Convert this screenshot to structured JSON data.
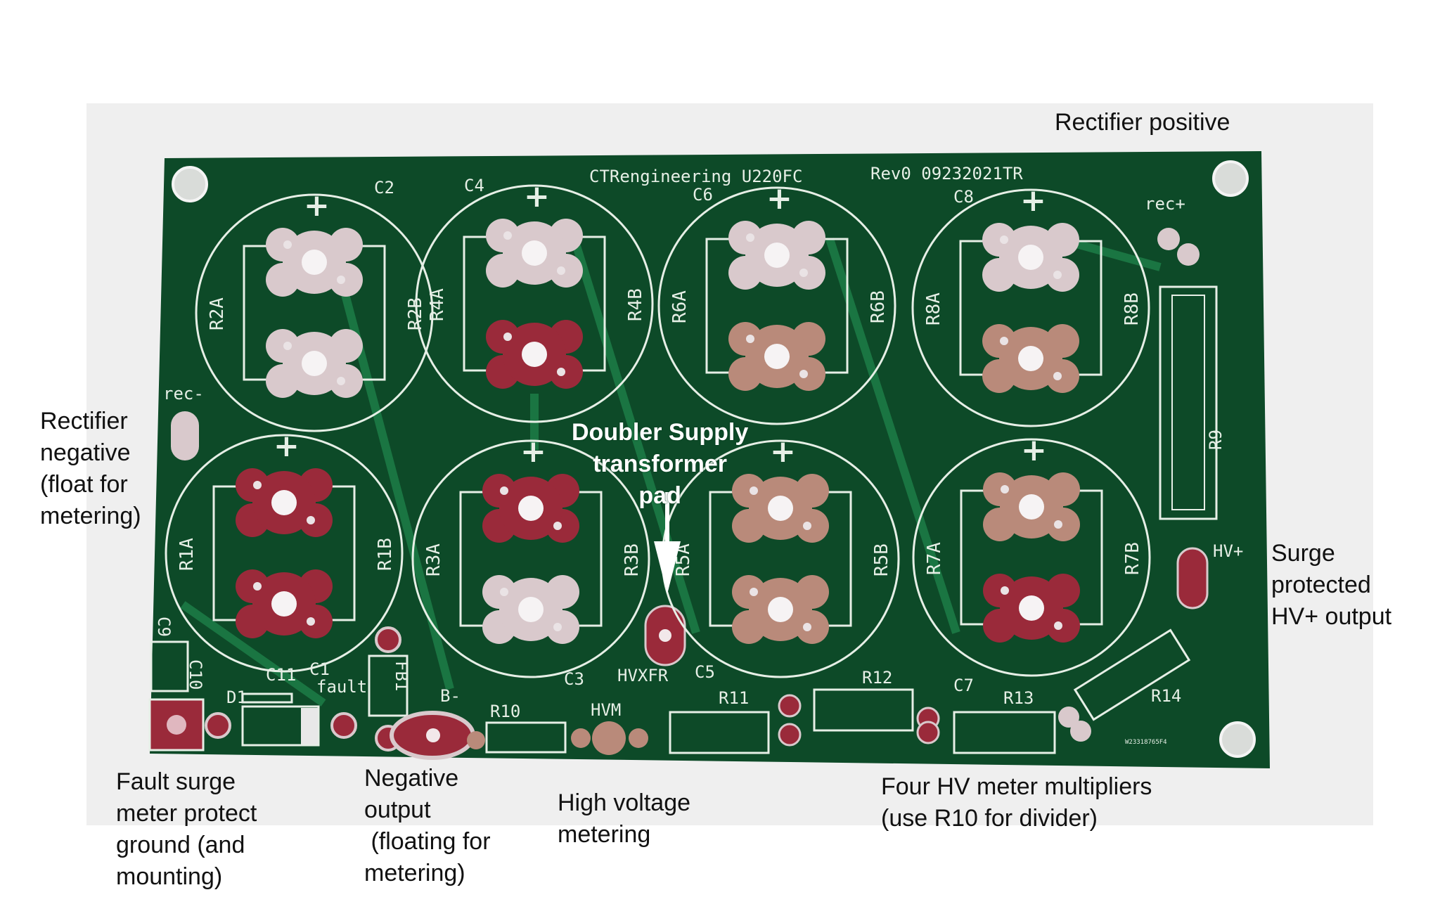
{
  "board": {
    "title": "CTRengineering U220FC",
    "revision": "Rev0 09232021TR",
    "serial": "W23318765F4",
    "capacitors": [
      {
        "ref": "C2",
        "r_left": "R2A",
        "r_right": "R2B"
      },
      {
        "ref": "C4",
        "r_left": "R4A",
        "r_right": "R4B"
      },
      {
        "ref": "C6",
        "r_left": "R6A",
        "r_right": "R6B"
      },
      {
        "ref": "C8",
        "r_left": "R8A",
        "r_right": "R8B"
      },
      {
        "ref": "",
        "r_left": "R1A",
        "r_right": "R1B"
      },
      {
        "ref": "C3",
        "r_left": "R3A",
        "r_right": "R3B"
      },
      {
        "ref": "C5",
        "r_left": "R5A",
        "r_right": "R5B"
      },
      {
        "ref": "C7",
        "r_left": "R7A",
        "r_right": "R7B"
      }
    ],
    "plus": "+",
    "silk": {
      "rec_pos": "rec+",
      "rec_neg": "rec-",
      "hv_plus": "HV+",
      "hvxfr": "HVXFR",
      "hvm": "HVM",
      "b_minus": "B-",
      "fault": "fault",
      "c1": "C1",
      "c9": "C9",
      "c10": "C10",
      "c11": "C11",
      "d1": "D1",
      "fb1": "FB1",
      "r9": "R9",
      "r10": "R10",
      "r11": "R11",
      "r12": "R12",
      "r13": "R13",
      "r14": "R14"
    }
  },
  "annotations": {
    "rectifier_positive": "Rectifier positive",
    "rectifier_negative": "Rectifier\nnegative\n(float for\nmetering)",
    "doubler_supply": "Doubler Supply\ntransformer\npad",
    "surge_protected": "Surge\nprotected\nHV+ output",
    "fault_surge": "Fault surge\nmeter protect\nground (and\nmounting)",
    "negative_output": "Negative\noutput\n (floating for\nmetering)",
    "high_voltage": "High voltage\nmetering",
    "four_hv": "Four HV meter multipliers\n(use R10 for divider)"
  },
  "colors": {
    "pcb": "#0d4a28",
    "trace": "#1c7a45",
    "silk": "#e6efe6",
    "pad_silver": "#d9c9cc",
    "pad_red": "#9a2a3a",
    "pad_copper": "#b98a7a",
    "background_card": "#efefef"
  }
}
